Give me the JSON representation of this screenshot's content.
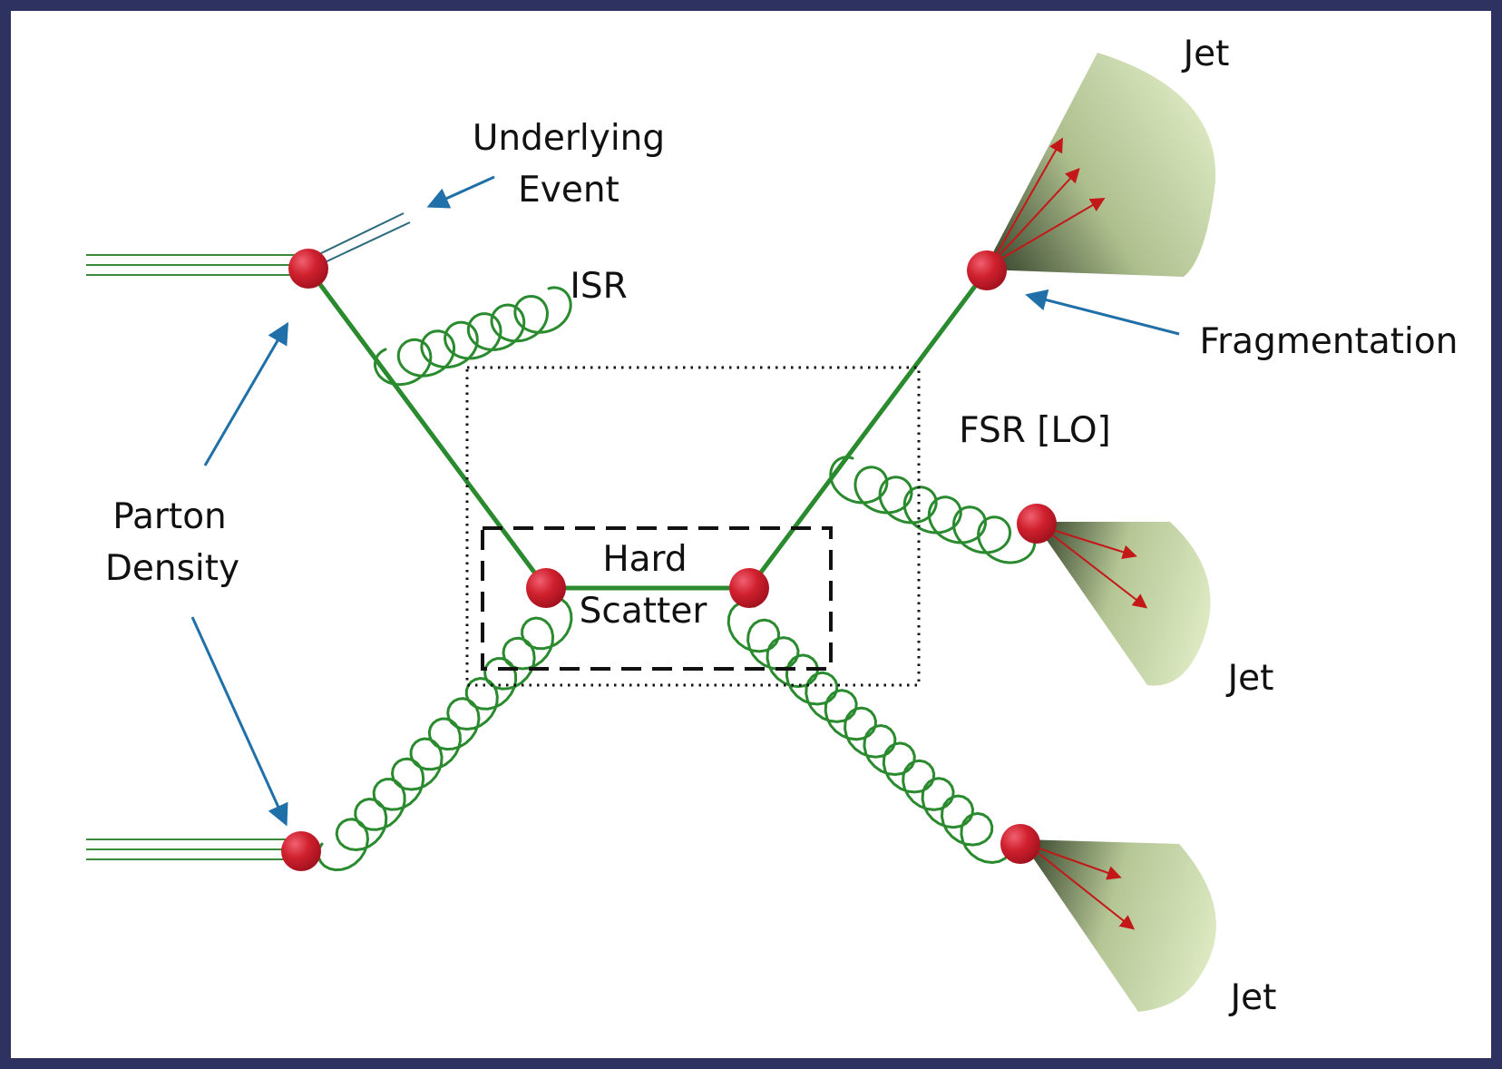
{
  "colors": {
    "border": "#2e3261",
    "vertex": "#c8202c",
    "line": "#2a8a2e",
    "gluon": "#2a8a2e",
    "beam": "#3b8a3b",
    "ue": "#2a6a7a",
    "arrow": "#1f6fa8",
    "jet_cone": "#d8e8bc",
    "jet_core": "#2f3d25",
    "jet_arrow": "#c41818",
    "box": "#111111"
  },
  "labels": {
    "underlying_event_1": "Underlying",
    "underlying_event_2": "Event",
    "isr": "ISR",
    "parton_density_1": "Parton",
    "parton_density_2": "Density",
    "hard_scatter_1": "Hard",
    "hard_scatter_2": "Scatter",
    "fsr": "FSR [LO]",
    "fragmentation": "Fragmentation",
    "jet_top": "Jet",
    "jet_mid": "Jet",
    "jet_bottom": "Jet"
  }
}
